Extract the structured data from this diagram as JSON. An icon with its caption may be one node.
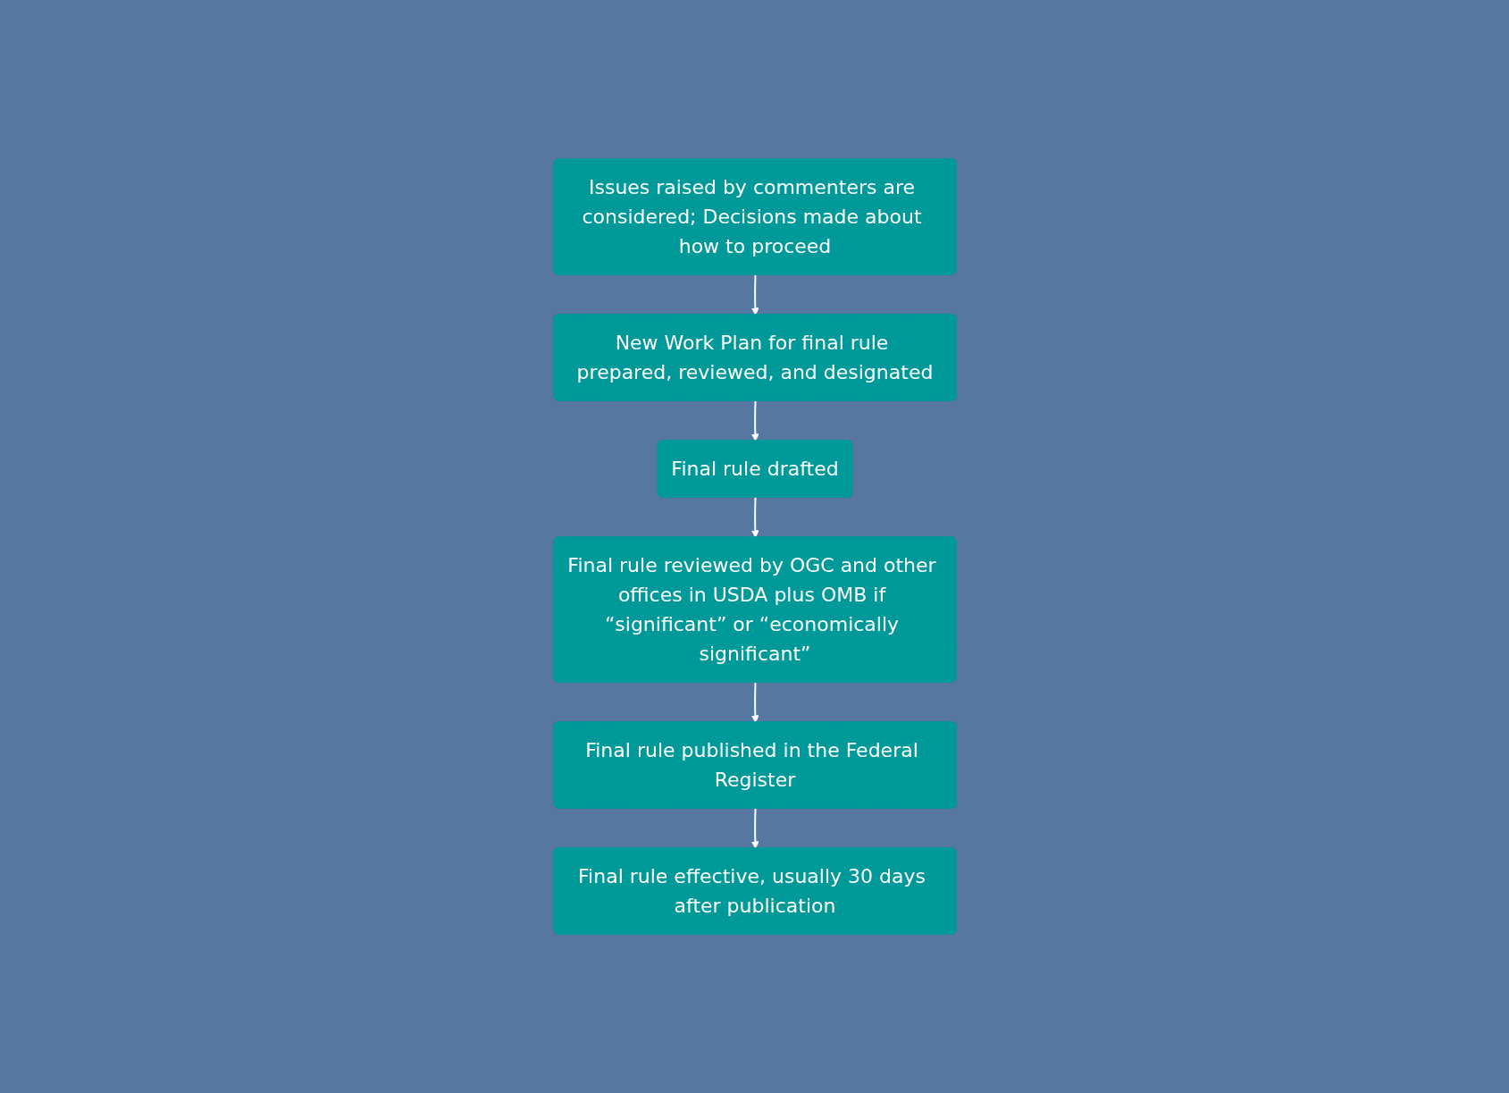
{
  "diagram": {
    "nodes": [
      {
        "text": [
          "Issues raised by commenters are considered; Decisions made about how to proceed"
        ]
      },
      {
        "text": [
          "New Work Plan for final rule prepared, reviewed, and designated"
        ]
      },
      {
        "text": [
          "Final rule drafted"
        ]
      },
      {
        "text": [
          "Final rule reviewed by OGC and other offices in USDA plus OMB if “significant” or “economically significant”"
        ]
      },
      {
        "text": [
          "Final rule published in the Federal Register"
        ]
      },
      {
        "text": [
          "Final rule effective, usually 30 days after publication"
        ]
      }
    ],
    "edges": [
      {
        "from": 0,
        "to": 1,
        "arrow": "to"
      },
      {
        "from": 1,
        "to": 2,
        "arrow": "to"
      },
      {
        "from": 2,
        "to": 3,
        "arrow": "to"
      },
      {
        "from": 3,
        "to": 4,
        "arrow": "to"
      },
      {
        "from": 4,
        "to": 5,
        "arrow": "to"
      }
    ]
  }
}
